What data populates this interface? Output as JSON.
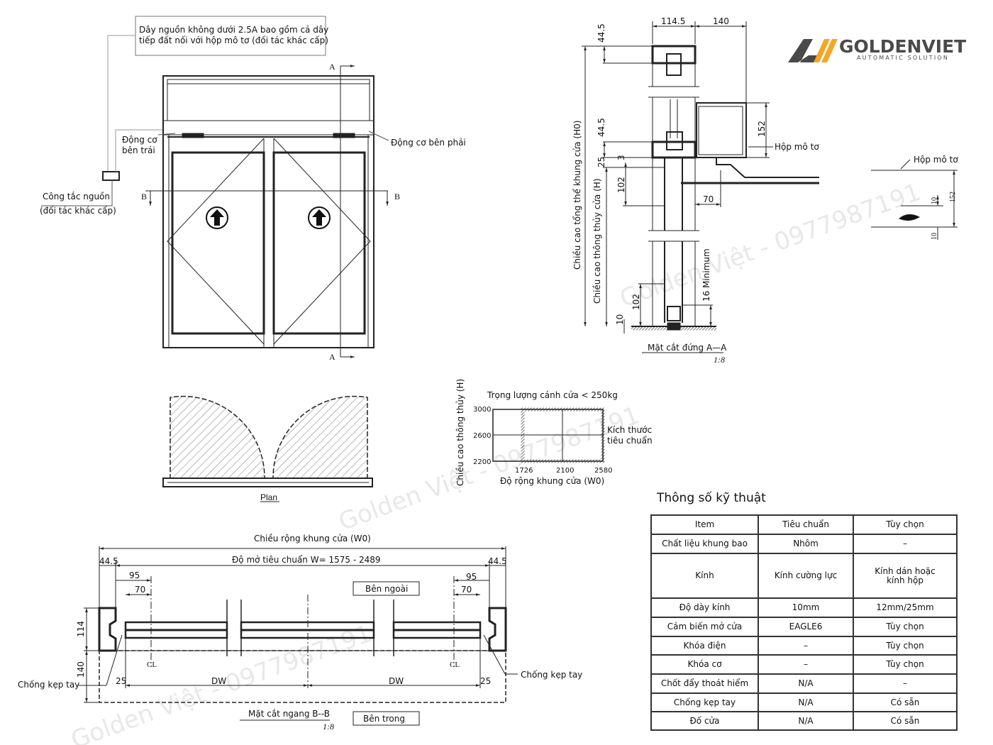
{
  "watermark": "Golden Việt - 0977987191",
  "logo": {
    "brand": "GOLDENVIET",
    "tagline": "AUTOMATIC SOLUTION",
    "accent": "#f5a623",
    "dark": "#4a4a4a"
  },
  "elevation": {
    "power_note_line1": "Dây nguồn không dưới 2.5A bao gồm cả dây",
    "power_note_line2": "tiếp đất nối với hộp mô tơ (đối tác khác cấp)",
    "left_motor_line1": "Động cơ",
    "left_motor_line2": "bên trái",
    "right_motor": "Động cơ bên phải",
    "switch_line1": "Công tắc nguồn",
    "switch_line2": "(đối tác khác cấp)",
    "section_a": "A",
    "section_b": "B"
  },
  "section_aa": {
    "dim_114_5": "114.5",
    "dim_140": "140",
    "dim_44_5_top": "44.5",
    "dim_44_5_mid": "44.5",
    "dim_152": "152",
    "dim_25": "25",
    "dim_3": "3",
    "dim_102_top": "102",
    "dim_70": "70",
    "dim_16_min": "16 Minimum",
    "dim_102_bottom": "102",
    "dim_10": "10",
    "label_h0": "Chiều cao tổng thể khung cửa (H0)",
    "label_h": "Chiều cao thông thủy cửa (H)",
    "motor_box": "Hộp mô tơ",
    "title": "Mặt cắt đứng A—A",
    "scale": "1:8"
  },
  "detail": {
    "motor_box": "Hộp mô tơ",
    "dim_10a": "10",
    "dim_152": "152",
    "dim_10b": "10"
  },
  "plan": {
    "label": "Plan"
  },
  "size_chart": {
    "title": "Trọng lượng cánh cửa < 250kg",
    "ylabel": "Chiều cao thông thủy (H)",
    "xlabel": "Độ rộng khung cửa (W0)",
    "y_ticks": [
      "3000",
      "2600",
      "2200"
    ],
    "x_ticks": [
      "1726",
      "2100",
      "2580"
    ],
    "legend_line1": "Kích thước",
    "legend_line2": "tiêu chuẩn"
  },
  "section_bb": {
    "frame_width": "Chiều rộng khung cửa (W0)",
    "opening": "Độ mở tiêu chuẩn W= 1575 - 2489",
    "dim_44_5_left": "44.5",
    "dim_44_5_right": "44.5",
    "dim_95_left": "95",
    "dim_70_left": "70",
    "dim_95_right": "95",
    "dim_70_right": "70",
    "dim_114": "114",
    "dim_140": "140",
    "dim_25_left": "25",
    "dim_25_right": "25",
    "dw_left": "DW",
    "dw_right": "DW",
    "cl_left": "CL",
    "cl_right": "CL",
    "outside": "Bên ngoài",
    "inside": "Bên trong",
    "finger_guard_left": "Chống kẹp tay",
    "finger_guard_right": "Chống kẹp tay",
    "title": "Mặt cắt ngang B--B",
    "scale": "1:8"
  },
  "spec": {
    "title": "Thông số kỹ thuật",
    "header": [
      "Item",
      "Tiêu chuẩn",
      "Tùy chọn"
    ],
    "rows": [
      [
        "Chất liệu khung bao",
        "Nhôm",
        "–"
      ],
      [
        "Kính",
        "Kính cường lực",
        "Kính dán hoặc kính hộp"
      ],
      [
        "Độ dày kính",
        "10mm",
        "12mm/25mm"
      ],
      [
        "Cảm biến mở cửa",
        "EAGLE6",
        "Tùy chọn"
      ],
      [
        "Khóa điện",
        "–",
        "Tùy chọn"
      ],
      [
        "Khóa cơ",
        "–",
        "Tùy chọn"
      ],
      [
        "Chốt đẩy thoát hiểm",
        "N/A",
        "–"
      ],
      [
        "Chống kẹp tay",
        "N/A",
        "Có sẵn"
      ],
      [
        "Đố cửa",
        "N/A",
        "Có sẵn"
      ]
    ]
  }
}
